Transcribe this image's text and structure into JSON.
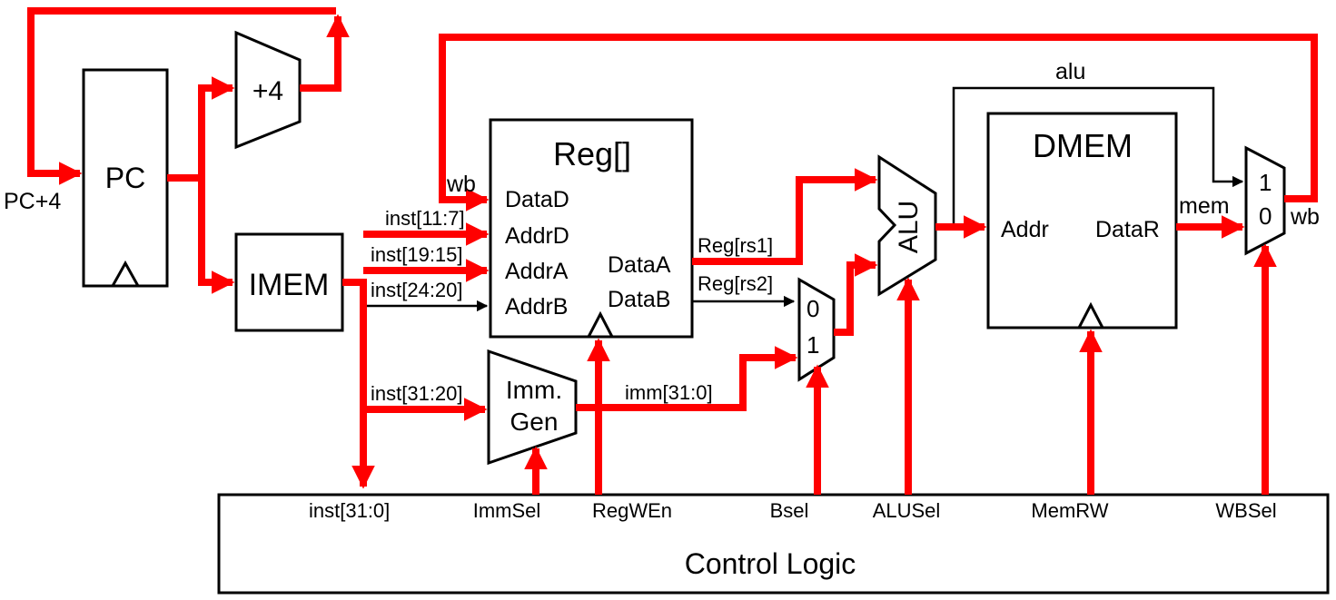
{
  "blocks": {
    "pc": "PC",
    "plus4": "+4",
    "imem": "IMEM",
    "reg": "Reg[]",
    "immgen_line1": "Imm.",
    "immgen_line2": "Gen",
    "alu": "ALU",
    "dmem": "DMEM",
    "control": "Control Logic"
  },
  "ports": {
    "datad": "DataD",
    "addrd": "AddrD",
    "addra": "AddrA",
    "addrb": "AddrB",
    "dataa": "DataA",
    "datab": "DataB",
    "addr": "Addr",
    "datar": "DataR",
    "bmux_0": "0",
    "bmux_1": "1",
    "wbmux_1": "1",
    "wbmux_0": "0"
  },
  "signals": {
    "pc_plus4": "PC+4",
    "wb_in": "wb",
    "wb_out": "wb",
    "inst_11_7": "inst[11:7]",
    "inst_19_15": "inst[19:15]",
    "inst_24_20": "inst[24:20]",
    "inst_31_20": "inst[31:20]",
    "inst_31_0": "inst[31:0]",
    "reg_rs1": "Reg[rs1]",
    "reg_rs2": "Reg[rs2]",
    "imm": "imm[31:0]",
    "alu": "alu",
    "mem": "mem"
  },
  "controls": {
    "immsel": "ImmSel",
    "regwen": "RegWEn",
    "bsel": "Bsel",
    "alusel": "ALUSel",
    "memrw": "MemRW",
    "wbsel": "WBSel"
  },
  "colors": {
    "active_path": "#ff0000",
    "inactive_path": "#000000"
  }
}
